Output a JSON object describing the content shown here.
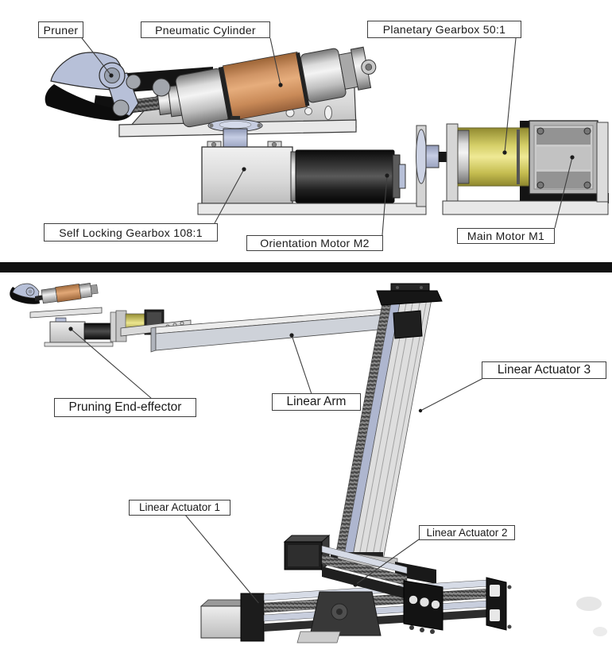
{
  "top_panel": {
    "labels": {
      "pruner": "Pruner",
      "pneumatic_cylinder": "Pneumatic Cylinder",
      "planetary_gearbox": "Planetary Gearbox 50:1",
      "self_locking_gearbox": "Self Locking Gearbox 108:1",
      "orientation_motor": "Orientation Motor M2",
      "main_motor": "Main Motor M1"
    }
  },
  "bottom_panel": {
    "labels": {
      "pruning_end_effector": "Pruning End-effector",
      "linear_arm": "Linear Arm",
      "linear_actuator_3": "Linear Actuator 3",
      "linear_actuator_1": "Linear Actuator 1",
      "linear_actuator_2": "Linear Actuator 2"
    }
  },
  "colors": {
    "pneumatic_cylinder_orange": "#d79a6a",
    "planetary_gearbox_yellow": "#ddd877",
    "pruner_blade_blue": "#b7c0d8",
    "rail_blue_gray": "#aeb6cf",
    "metal_light_gray": "#d9d9d9",
    "motor_black": "#1d1d1d",
    "divider_black": "#111111",
    "label_border": "#3f3f3f",
    "leader_line": "#3f3f3f",
    "background": "#ffffff"
  }
}
